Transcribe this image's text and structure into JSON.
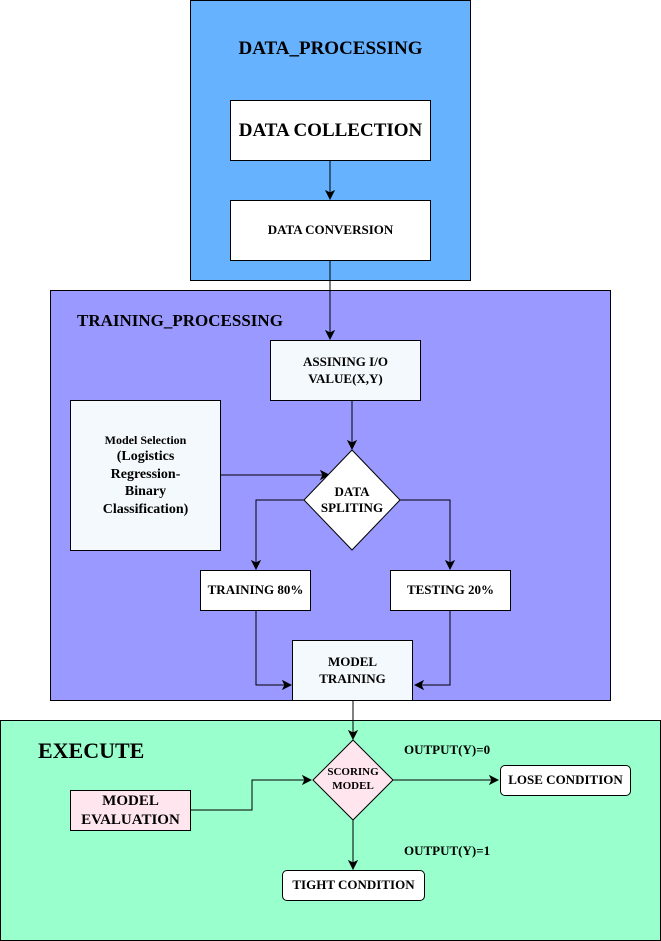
{
  "colors": {
    "data_panel": "#66b2ff",
    "training_panel": "#9999ff",
    "execute_panel": "#99ffcc",
    "white_box": "#ffffff",
    "light_box": "#f3f9fc",
    "eval_box": "#ffe6ee",
    "stroke": "#000000"
  },
  "panels": {
    "data_processing": {
      "title": "DATA_PROCESSING"
    },
    "training_processing": {
      "title": "TRAINING_PROCESSING"
    },
    "execute": {
      "title": "EXECUTE"
    }
  },
  "nodes": {
    "data_collection": {
      "label": "DATA COLLECTION"
    },
    "data_conversion": {
      "label": "DATA CONVERSION"
    },
    "assigning_io": {
      "label": "ASSINING I/O VALUE(X,Y)"
    },
    "model_selection": {
      "label": "Model Selection",
      "detail": "(Logistics Regression-Binary Classification)"
    },
    "data_spliting": {
      "label": "DATA SPLITING"
    },
    "training_80": {
      "label": "TRAINING 80%"
    },
    "testing_20": {
      "label": "TESTING 20%"
    },
    "model_training": {
      "label": "MODEL TRAINING"
    },
    "model_evaluation": {
      "label": "MODEL EVALUATION"
    },
    "scoring_model": {
      "label": "SCORING MODEL"
    },
    "lose_condition": {
      "label": "LOSE CONDITION"
    },
    "tight_condition": {
      "label": "TIGHT CONDITION"
    }
  },
  "edge_labels": {
    "output_0": "OUTPUT(Y)=0",
    "output_1": "OUTPUT(Y)=1"
  }
}
